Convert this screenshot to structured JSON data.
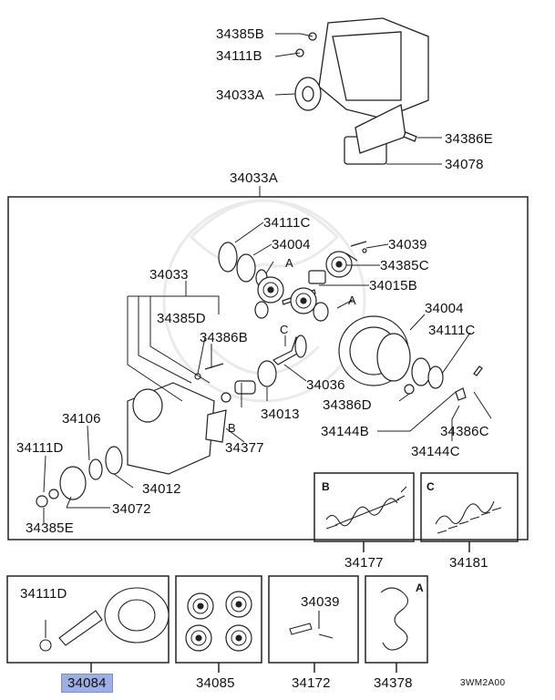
{
  "top_labels": [
    "34385B",
    "34111B",
    "34033A",
    "34386E",
    "34078"
  ],
  "main_title": "34033A",
  "main_labels": {
    "p34111C_a": "34111C",
    "p34004_a": "34004",
    "pA_a": "A",
    "p34039": "34039",
    "p34385C": "34385C",
    "p34033": "34033",
    "p34015B": "34015B",
    "pA_b": "A",
    "p34385D": "34385D",
    "pC": "C",
    "p34004_b": "34004",
    "p34111C_b": "34111C",
    "p34386B": "34386B",
    "p34036": "34036",
    "p34386D": "34386D",
    "p34106": "34106",
    "p34013": "34013",
    "pB": "B",
    "p34144B": "34144B",
    "p34386C": "34386C",
    "p34111D": "34111D",
    "p34377": "34377",
    "p34144C": "34144C",
    "p34012": "34012",
    "p34072": "34072",
    "p34385E": "34385E"
  },
  "springs": [
    {
      "tag": "B",
      "part": "34177"
    },
    {
      "tag": "C",
      "part": "34181"
    }
  ],
  "bottom_boxes": [
    {
      "inner": "34111D",
      "part": "34084",
      "highlighted": true
    },
    {
      "inner": "",
      "part": "34085"
    },
    {
      "inner": "34039",
      "part": "34172"
    },
    {
      "inner": "A",
      "part": "34378"
    }
  ],
  "diagram_code": "3WM2A00",
  "colors": {
    "line": "#222222",
    "highlight": "#9eaee8"
  }
}
